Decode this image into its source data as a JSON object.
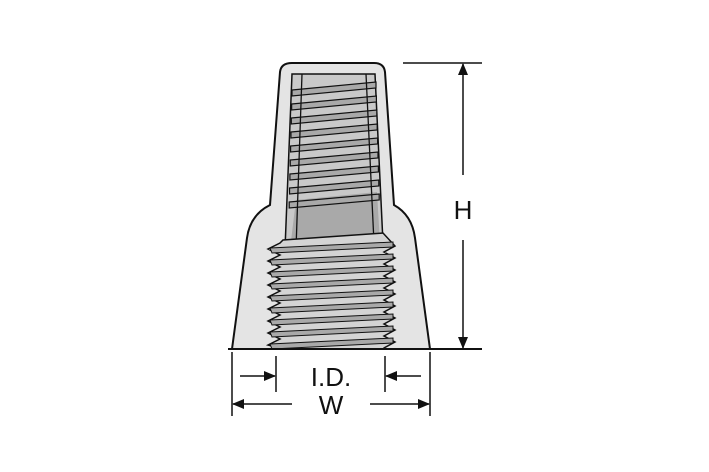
{
  "diagram": {
    "labels": {
      "height": "H",
      "inner_diameter": "I.D.",
      "width": "W"
    },
    "colors": {
      "shell": "#e4e4e4",
      "spring": "#a9a9a9",
      "spring_light": "#c9c9c9",
      "outline": "#111111"
    }
  }
}
